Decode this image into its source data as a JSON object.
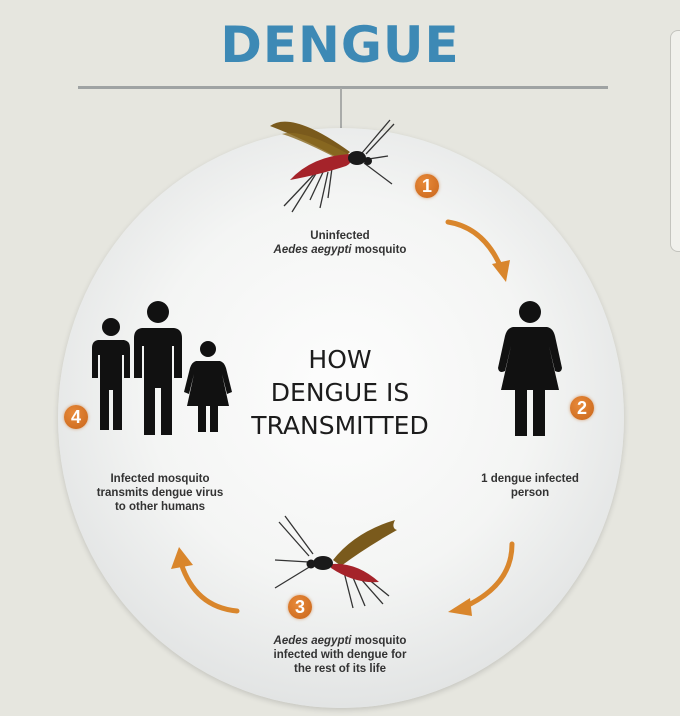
{
  "header": {
    "title": "DENGUE"
  },
  "center": {
    "line1": "HOW",
    "line2": "DENGUE IS",
    "line3": "TRANSMITTED"
  },
  "steps": [
    {
      "number": "1",
      "icon": "uninfected-mosquito-icon",
      "caption_line1": "Uninfected",
      "caption_line2_italic": "Aedes aegypti",
      "caption_line2_rest": " mosquito"
    },
    {
      "number": "2",
      "icon": "woman-figure-icon",
      "caption_line1": "1 dengue infected",
      "caption_line2": "person"
    },
    {
      "number": "3",
      "icon": "infected-mosquito-icon",
      "caption_line1_italic": "Aedes aegypti",
      "caption_line1_rest": " mosquito",
      "caption_line2": "infected with dengue for",
      "caption_line3": "the rest of its life"
    },
    {
      "number": "4",
      "icon": "family-figures-icon",
      "caption_line1": "Infected mosquito",
      "caption_line2": "transmits dengue virus",
      "caption_line3": "to other humans"
    }
  ],
  "colors": {
    "title": "#3d89b5",
    "badge": "#d8752a",
    "arrow": "#d9862c",
    "mosquito_body": "#a5232a",
    "mosquito_wing": "#7a5a1c",
    "figure": "#111111",
    "background": "#e6e6df"
  }
}
